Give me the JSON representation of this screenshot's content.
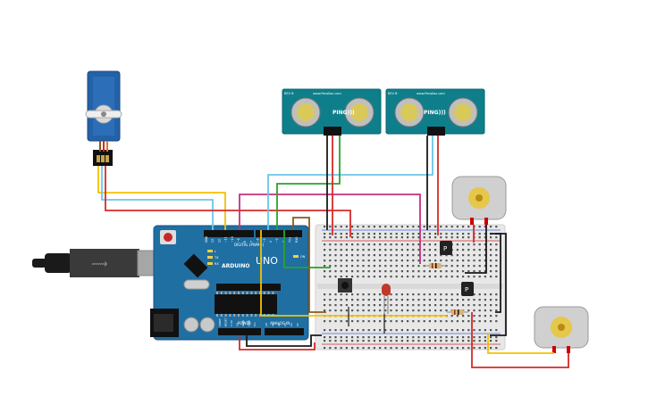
{
  "board": {
    "brand": "ARDUINO",
    "model": "UNO",
    "digital_label": "DIGITAL (PWM~)",
    "power_label": "POWER",
    "analog_label": "ANALOG IN",
    "pin_labels": [
      "GND",
      "13",
      "12",
      "~11",
      "~10",
      "~9",
      "8",
      "7",
      "~6",
      "~5",
      "4",
      "~3",
      "2",
      "TX1",
      "RX0"
    ],
    "led_labels": [
      "L",
      "TX",
      "RX",
      "ON"
    ],
    "power_pins": [
      "IOREF",
      "RESET",
      "3.3V",
      "5V",
      "GND",
      "GND",
      "Vin"
    ],
    "analog_pins": [
      "A0",
      "A1",
      "A2",
      "A3",
      "A4",
      "A5"
    ]
  },
  "sensors": [
    {
      "label": "PING)))",
      "maker": "www.Parallax.com",
      "rev": "REV B"
    },
    {
      "label": "PING)))",
      "maker": "www.Parallax.com",
      "rev": "REV B"
    }
  ],
  "transistors": [
    {
      "label": "P"
    },
    {
      "label": "P"
    }
  ],
  "wire_colors": {
    "red": "#d62a2a",
    "black": "#1a1a1a",
    "yellow": "#f2c200",
    "cyan": "#6cc6e8",
    "green": "#2aa32a",
    "magenta": "#c2307f",
    "brown": "#8a5a1a",
    "orange": "#e07a1a"
  }
}
